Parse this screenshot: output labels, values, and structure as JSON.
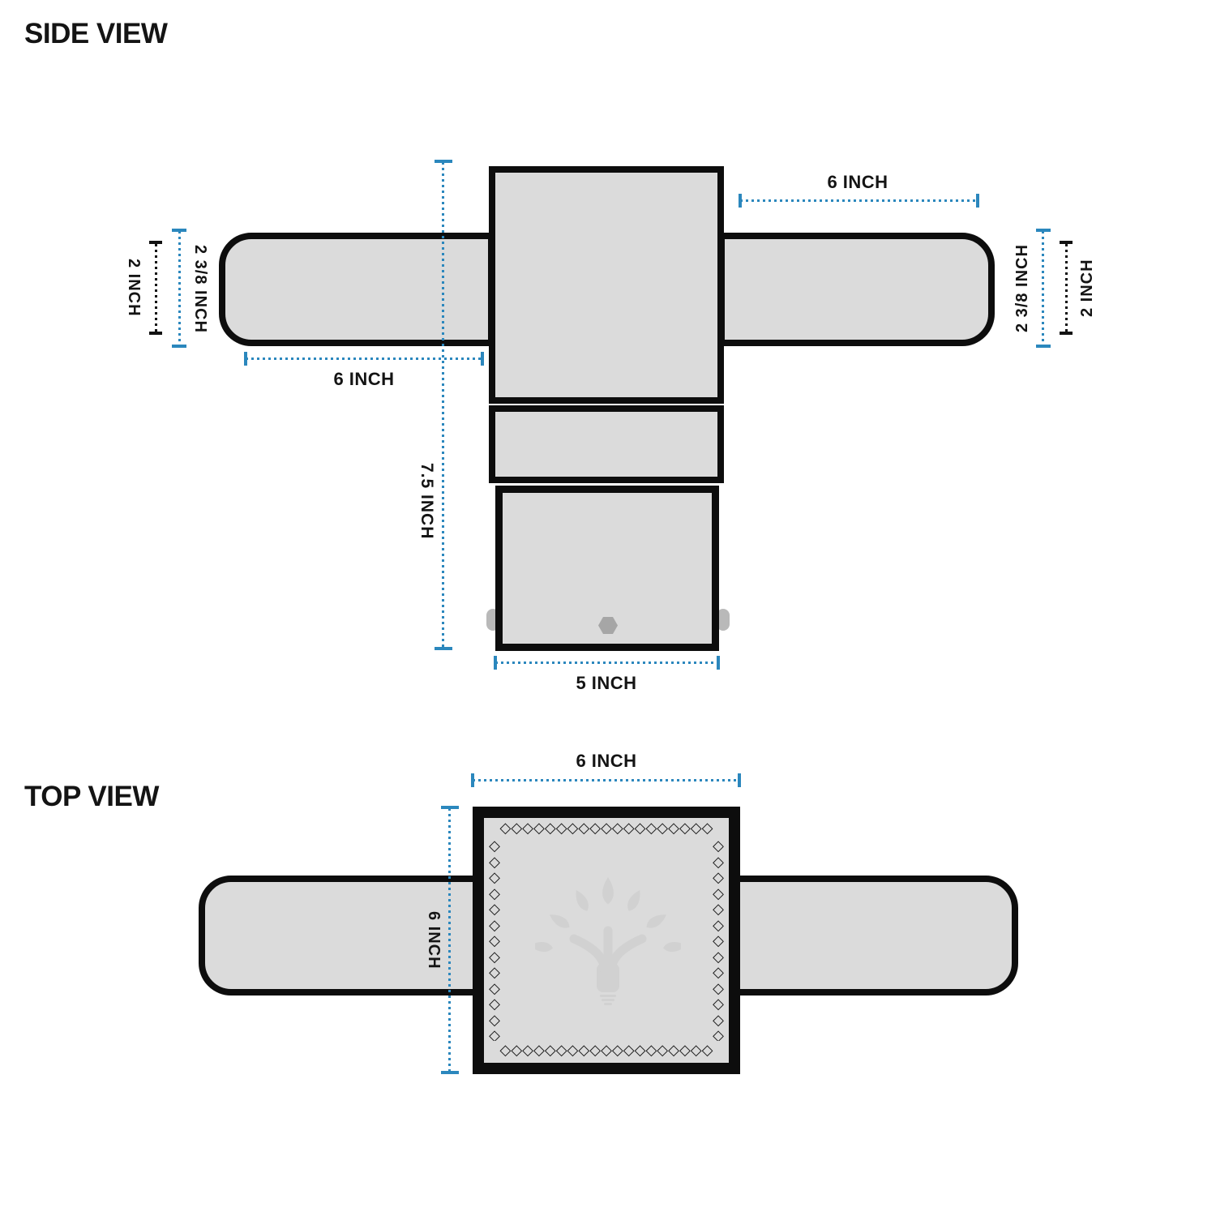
{
  "colors": {
    "accent": "#2b87bd",
    "fill": "#dbdbdb",
    "outline": "#0d0d0d",
    "dim_dark": "#121212",
    "watermark": "#d1d1d1",
    "bolt": "#a6a6a6"
  },
  "side_view": {
    "title": "SIDE VIEW",
    "dim_arm_right_length": "6 INCH",
    "dim_arm_left_length": "6 INCH",
    "dim_total_height": "7.5 INCH",
    "dim_base_width": "5 INCH",
    "dim_arm_outer_left": "2 3/8 INCH",
    "dim_arm_inner_left": "2 INCH",
    "dim_arm_outer_right": "2 3/8 INCH",
    "dim_arm_inner_right": "2 INCH"
  },
  "top_view": {
    "title": "TOP VIEW",
    "dim_plate_width": "6 INCH",
    "dim_plate_depth": "6 INCH",
    "diamond_row": "◇◇◇◇◇◇◇◇◇◇◇◇◇◇◇◇◇◇◇",
    "diamond_col": "◇◇◇◇◇◇◇◇◇◇◇◇◇"
  }
}
